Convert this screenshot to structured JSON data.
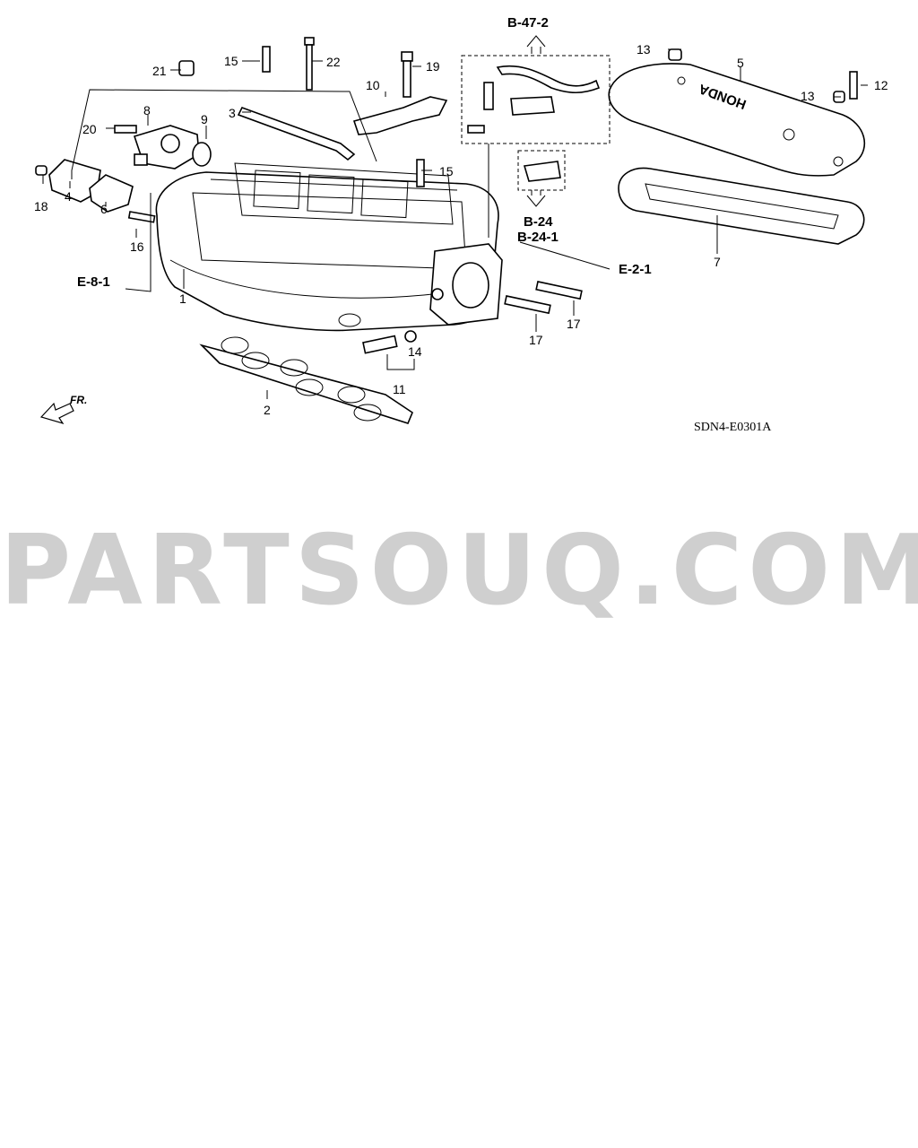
{
  "diagram": {
    "code": "SDN4-E0301A",
    "direction": "FR.",
    "references": {
      "b47_2": "B-47-2",
      "b24": "B-24",
      "b24_1": "B-24-1",
      "e8_1": "E-8-1",
      "e2_1": "E-2-1"
    },
    "brand_mark": "HONDA",
    "callouts": {
      "c1": "1",
      "c2": "2",
      "c3": "3",
      "c4": "4",
      "c5": "5",
      "c6": "6",
      "c7": "7",
      "c8": "8",
      "c9": "9",
      "c10": "10",
      "c11": "11",
      "c12": "12",
      "c13a": "13",
      "c13b": "13",
      "c14": "14",
      "c15a": "15",
      "c15b": "15",
      "c16": "16",
      "c17a": "17",
      "c17b": "17",
      "c18": "18",
      "c19": "19",
      "c20": "20",
      "c21": "21",
      "c22": "22"
    }
  },
  "watermark": {
    "text": "PARTSOUQ.COM"
  }
}
